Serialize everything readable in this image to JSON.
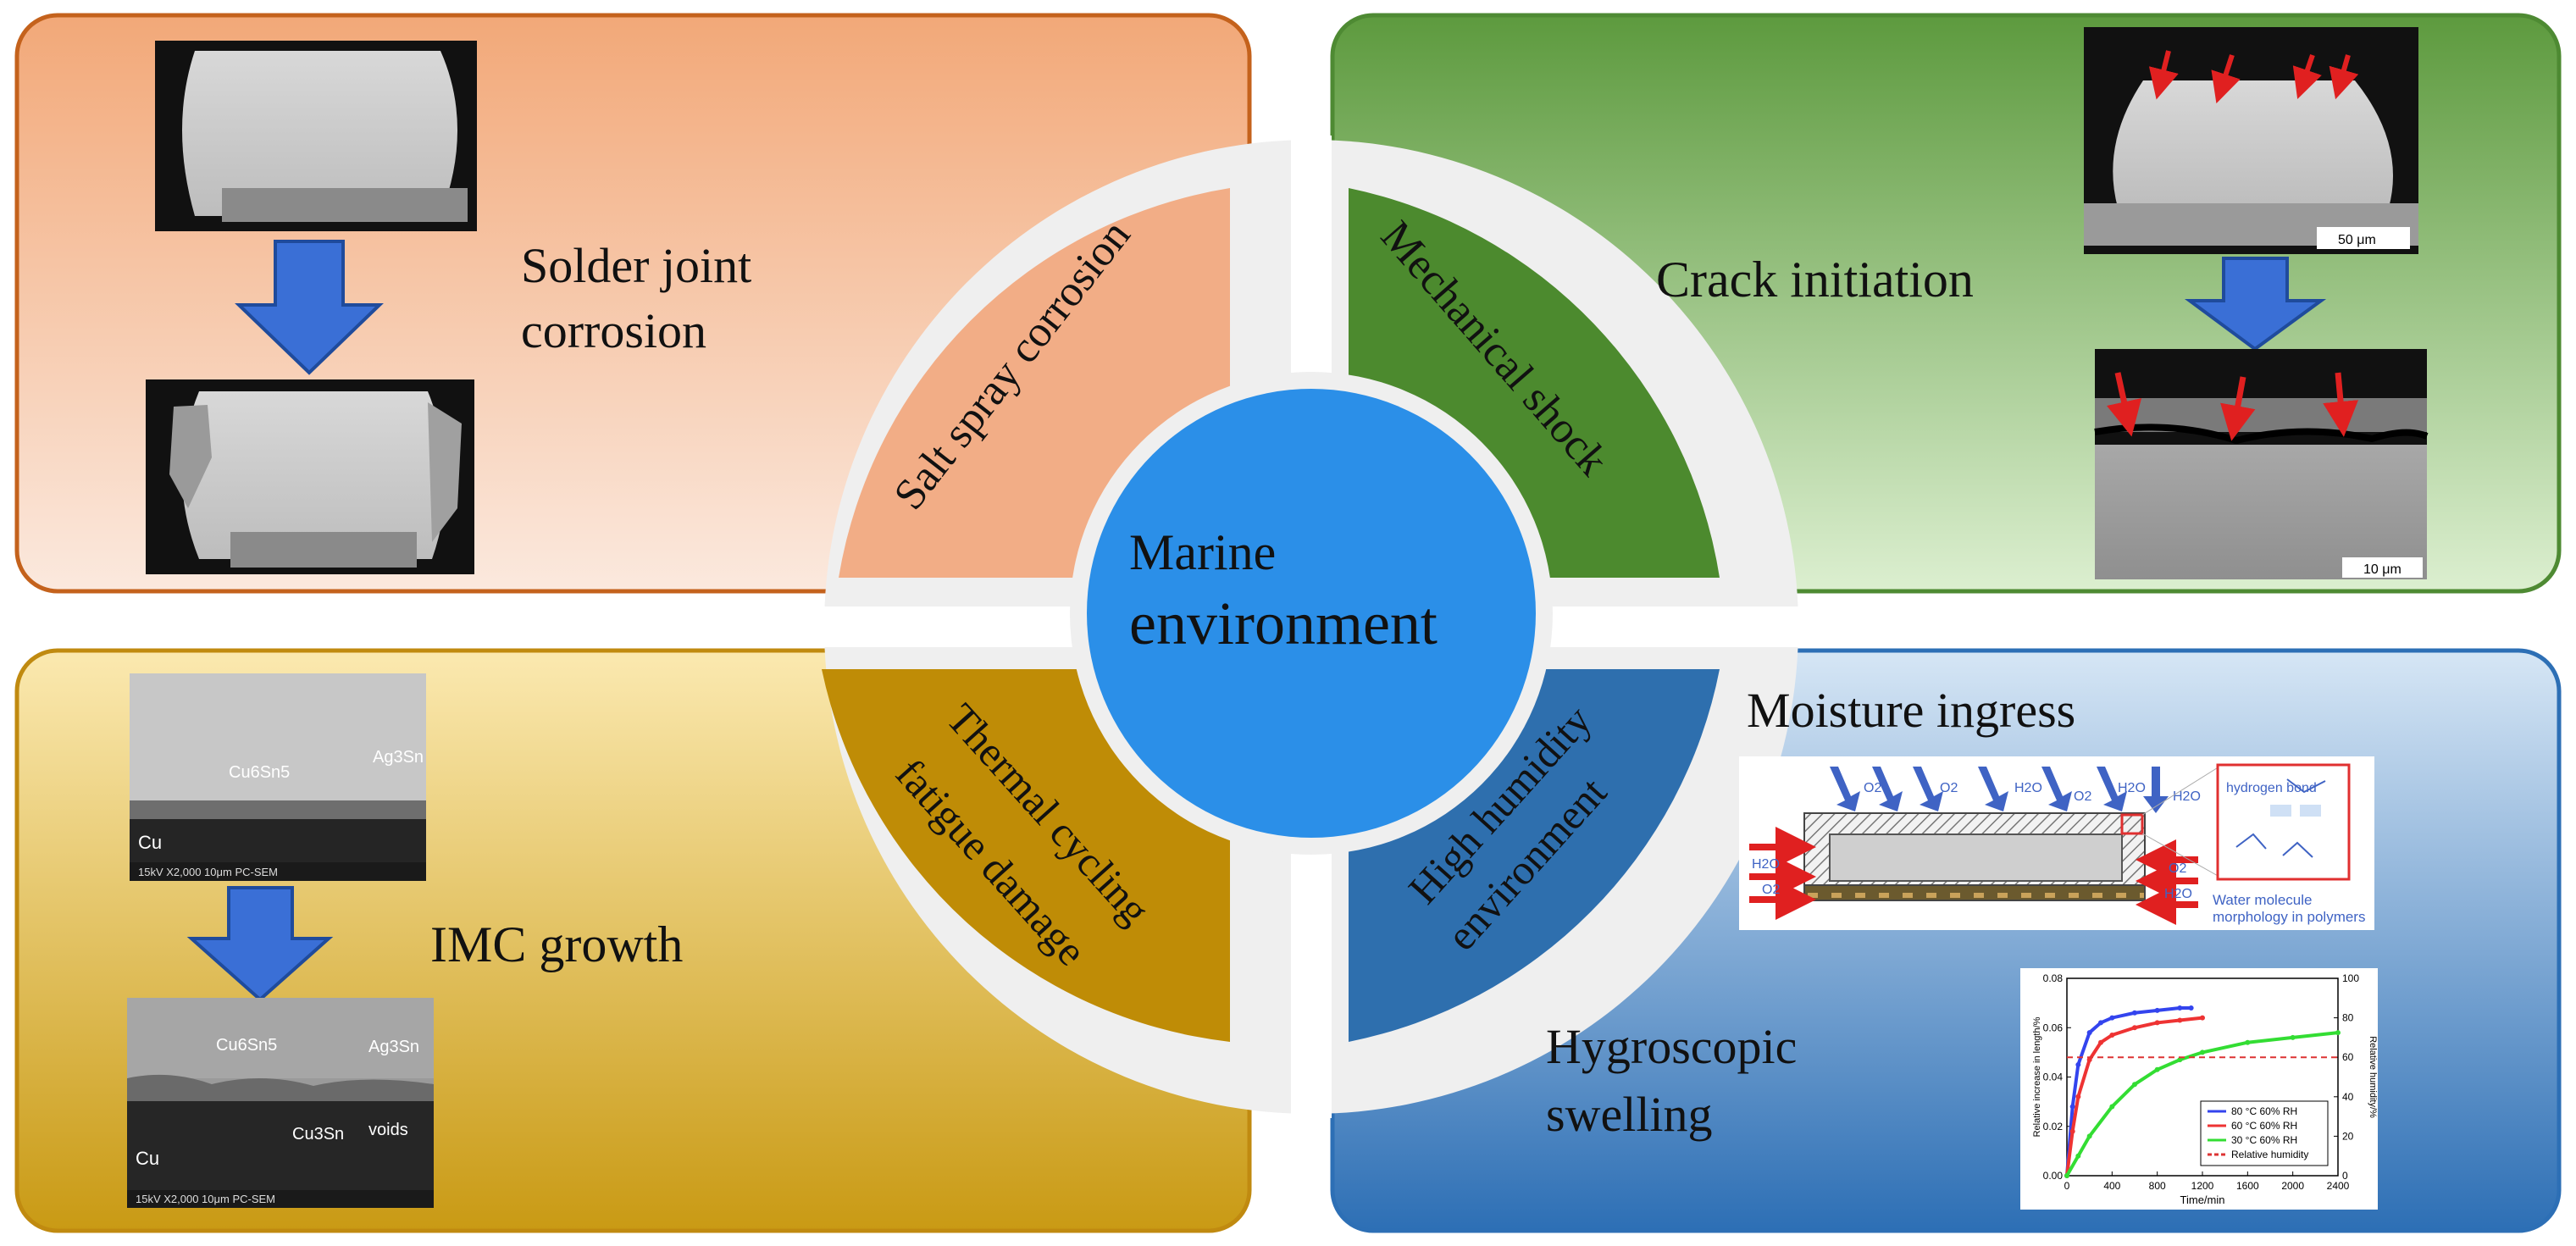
{
  "center": {
    "line1": "Marine",
    "line2": "environment",
    "color": "#2b8fe8"
  },
  "quadrants": {
    "top_left": {
      "title_line1": "Solder joint",
      "title_line2": "corrosion",
      "petal_label": "Salt spray corrosion",
      "panel_color_top": "#f2a878",
      "panel_color_bottom": "#fbe9de",
      "border_color": "#c4621c",
      "petal_color": "#f2ad86"
    },
    "top_right": {
      "title": "Crack initiation",
      "petal_label": "Mechanical shock",
      "panel_color_top": "#5d9a3e",
      "panel_color_bottom": "#dcefd0",
      "border_color": "#4e8a33",
      "petal_color": "#4c8a2e",
      "scale_top": "50 μm",
      "scale_bottom": "10 μm"
    },
    "bottom_left": {
      "title": "IMC growth",
      "petal_label_line1": "Thermal cycling",
      "petal_label_line2": "fatigue damage",
      "panel_color_top": "#fbe9b0",
      "panel_color_bottom": "#c99a14",
      "border_color": "#c08a10",
      "petal_color": "#bf8c06",
      "micro_top": {
        "label_a": "Cu6Sn5",
        "label_b": "Ag3Sn",
        "label_cu": "Cu",
        "footer": "15kV   X2,000   10μm        PC-SEM"
      },
      "micro_bottom": {
        "label_a": "Cu6Sn5",
        "label_b": "Ag3Sn",
        "label_c": "Cu3Sn",
        "label_d": "voids",
        "label_cu": "Cu",
        "footer": "15kV   X2,000   10μm        PC-SEM"
      }
    },
    "bottom_right": {
      "title_moisture": "Moisture ingress",
      "title_swell_line1": "Hygroscopic",
      "title_swell_line2": "swelling",
      "petal_label_line1": "High humidity",
      "petal_label_line2": "environment",
      "panel_color_top": "#d6e6f5",
      "panel_color_bottom": "#2d6fb5",
      "border_color": "#2d6fb5",
      "petal_color": "#2e6fae"
    }
  },
  "moisture_diagram": {
    "o2": "O2",
    "h2o": "H2O",
    "hydrogen_bond": "hydrogen bond",
    "water_caption_line1": "Water molecule",
    "water_caption_line2": "morphology in polymers"
  },
  "chart_data": {
    "type": "line",
    "xlabel": "Time/min",
    "ylabel": "Relative increase in length/%",
    "y2label": "Relative humidity/%",
    "x_ticks": [
      0,
      400,
      800,
      1200,
      1600,
      2000,
      2400
    ],
    "y_ticks": [
      "0.00",
      "0.02",
      "0.04",
      "0.06",
      "0.08"
    ],
    "y2_ticks": [
      0,
      20,
      40,
      60,
      80,
      100
    ],
    "xlim": [
      0,
      2400
    ],
    "ylim": [
      0,
      0.08
    ],
    "y2lim": [
      0,
      100
    ],
    "series": [
      {
        "name": "80 °C 60% RH",
        "color": "#3344ee",
        "x": [
          0,
          50,
          100,
          200,
          300,
          400,
          600,
          800,
          1000,
          1100
        ],
        "y": [
          0.0,
          0.028,
          0.045,
          0.058,
          0.062,
          0.064,
          0.066,
          0.067,
          0.068,
          0.068
        ]
      },
      {
        "name": "60 °C 60% RH",
        "color": "#ee3333",
        "x": [
          0,
          50,
          100,
          200,
          300,
          400,
          600,
          800,
          1000,
          1200
        ],
        "y": [
          0.0,
          0.018,
          0.032,
          0.047,
          0.054,
          0.057,
          0.06,
          0.062,
          0.063,
          0.064
        ]
      },
      {
        "name": "30 °C 60% RH",
        "color": "#33dd33",
        "x": [
          0,
          100,
          200,
          400,
          600,
          800,
          1000,
          1200,
          1600,
          2000,
          2400
        ],
        "y": [
          0.0,
          0.008,
          0.016,
          0.028,
          0.037,
          0.043,
          0.047,
          0.05,
          0.054,
          0.056,
          0.058
        ]
      },
      {
        "name": "Relative humidity",
        "color": "#dd3333",
        "dashed": true,
        "axis": "y2",
        "x": [
          0,
          2400
        ],
        "y": [
          60,
          60
        ]
      }
    ],
    "legend_position": "lower-right"
  }
}
